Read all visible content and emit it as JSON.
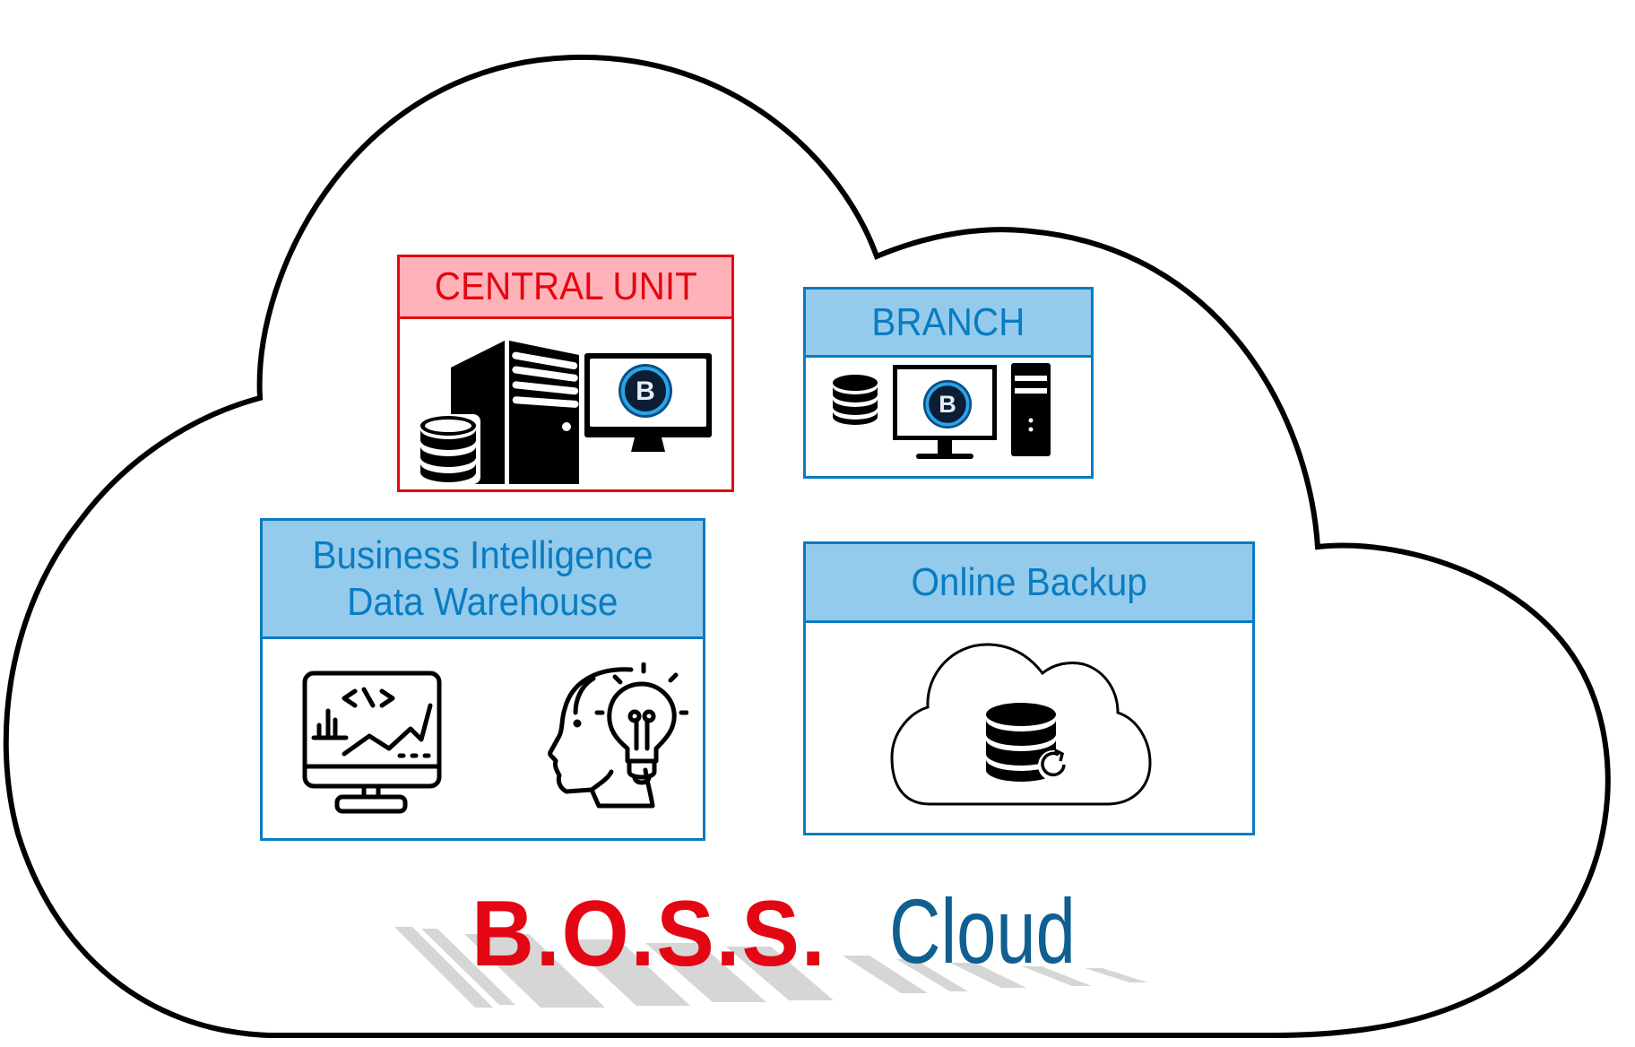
{
  "diagram": {
    "title_brand": "B.O.S.S.",
    "title_product": "Cloud",
    "colors": {
      "brand_red": "#e30613",
      "brand_blue": "#0f5f91",
      "box_blue": "#0a7cc1",
      "header_blue_bg": "#94cbec",
      "header_red_bg": "#ffb3b9",
      "outline": "#000000"
    },
    "boxes": {
      "central_unit": {
        "title": "CENTRAL UNIT",
        "icons": [
          "database-icon",
          "server-tower-icon",
          "monitor-icon",
          "boss-logo-icon"
        ]
      },
      "branch": {
        "title": "BRANCH",
        "icons": [
          "database-icon",
          "monitor-icon",
          "boss-logo-icon",
          "desktop-tower-icon"
        ]
      },
      "business_intelligence": {
        "title_line1": "Business Intelligence",
        "title_line2": "Data Warehouse",
        "icons": [
          "analytics-monitor-icon",
          "head-lightbulb-icon"
        ]
      },
      "online_backup": {
        "title": "Online Backup",
        "icons": [
          "cloud-icon",
          "database-icon",
          "refresh-icon"
        ]
      }
    },
    "logo_badge_letter": "B"
  }
}
